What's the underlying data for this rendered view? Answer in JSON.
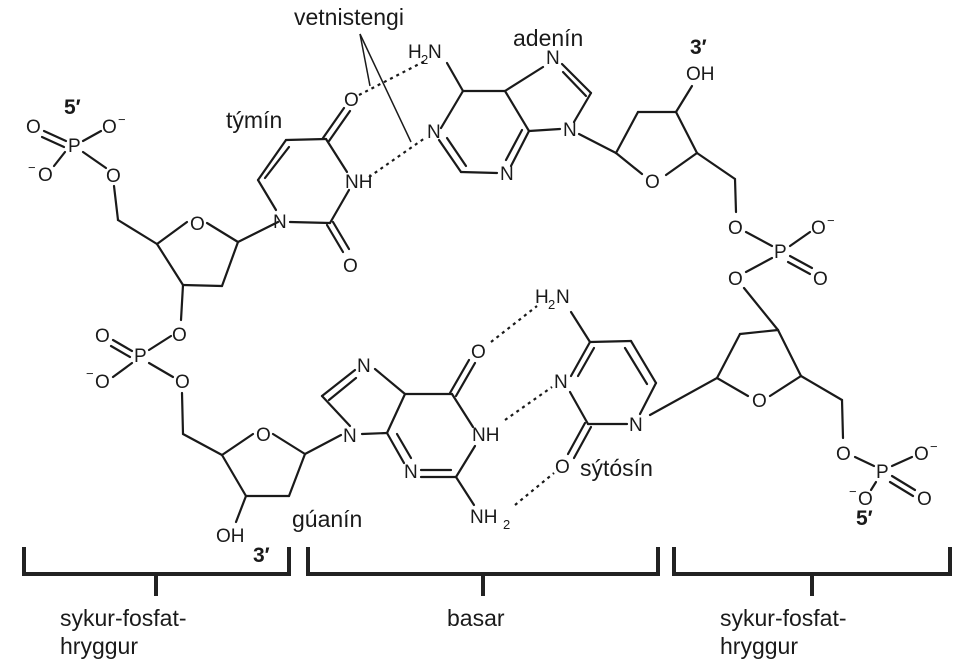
{
  "labels": {
    "vetnistengi": "vetnistengi",
    "adenin": "adenín",
    "tymin": "týmín",
    "guanin": "gúanín",
    "sytosin": "sýtósín",
    "prime5_left": "5′",
    "prime3_top": "3′",
    "prime3_bottom": "3′",
    "prime5_right": "5′"
  },
  "brackets": {
    "left_line1": "sykur-fosfat-",
    "left_line2": "hryggur",
    "middle": "basar",
    "right_line1": "sykur-fosfat-",
    "right_line2": "hryggur"
  },
  "atoms": {
    "O": "O",
    "N": "N",
    "P": "P",
    "NH": "NH",
    "NH2": "NH",
    "H2N_H": "H",
    "H2N_N": "N",
    "sub2": "2",
    "OH": "OH",
    "minus": "−",
    "Ominus": "O",
    "O_minus": "O"
  }
}
